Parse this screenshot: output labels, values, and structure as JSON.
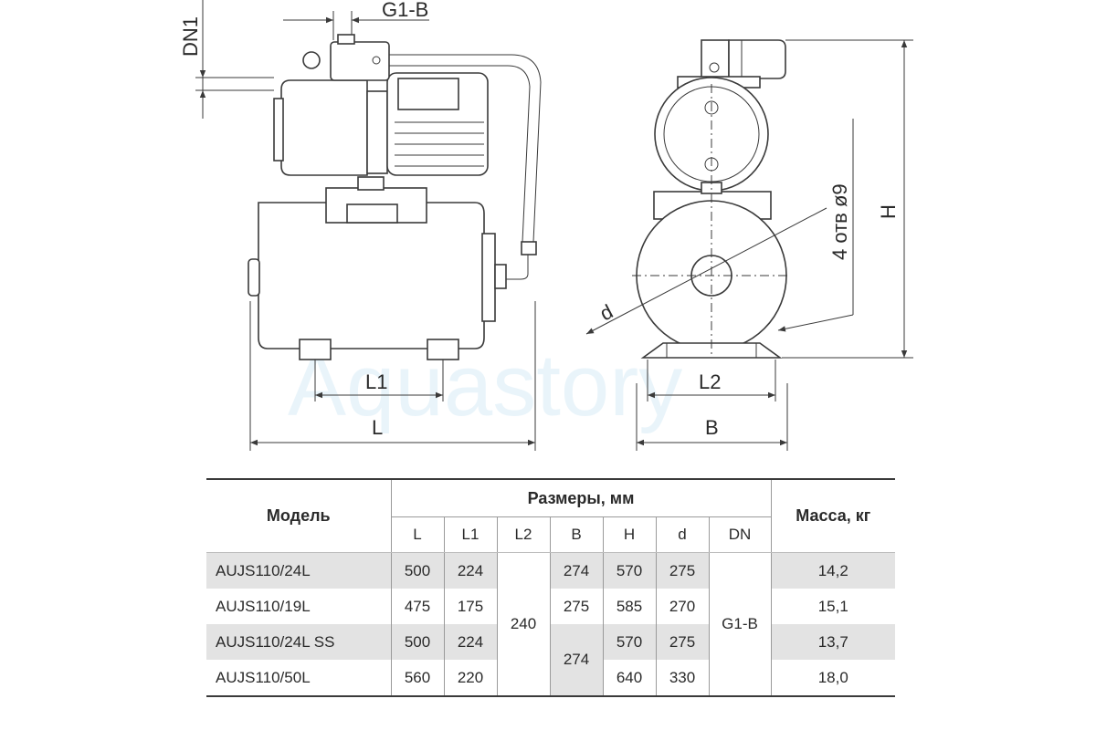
{
  "watermark": "Aquastory",
  "labels": {
    "dn1": "DN1",
    "g1b": "G1-B",
    "l1": "L1",
    "l": "L",
    "l2": "L2",
    "b": "B",
    "h": "H",
    "d": "d",
    "holes": "4 отв ø9"
  },
  "table": {
    "model_header": "Модель",
    "dims_header": "Размеры, мм",
    "mass_header": "Масса, кг",
    "columns": [
      "L",
      "L1",
      "L2",
      "B",
      "H",
      "d",
      "DN"
    ],
    "merged": {
      "l2": "240",
      "b": "274",
      "dn": "G1-B"
    },
    "rows": [
      {
        "model": "AUJS110/24L",
        "L": "500",
        "L1": "224",
        "B": "274",
        "H": "570",
        "d": "275",
        "mass": "14,2"
      },
      {
        "model": "AUJS110/19L",
        "L": "475",
        "L1": "175",
        "B": "275",
        "H": "585",
        "d": "270",
        "mass": "15,1"
      },
      {
        "model": "AUJS110/24L SS",
        "L": "500",
        "L1": "224",
        "H": "570",
        "d": "275",
        "mass": "13,7"
      },
      {
        "model": "AUJS110/50L",
        "L": "560",
        "L1": "220",
        "H": "640",
        "d": "330",
        "mass": "18,0"
      }
    ]
  }
}
